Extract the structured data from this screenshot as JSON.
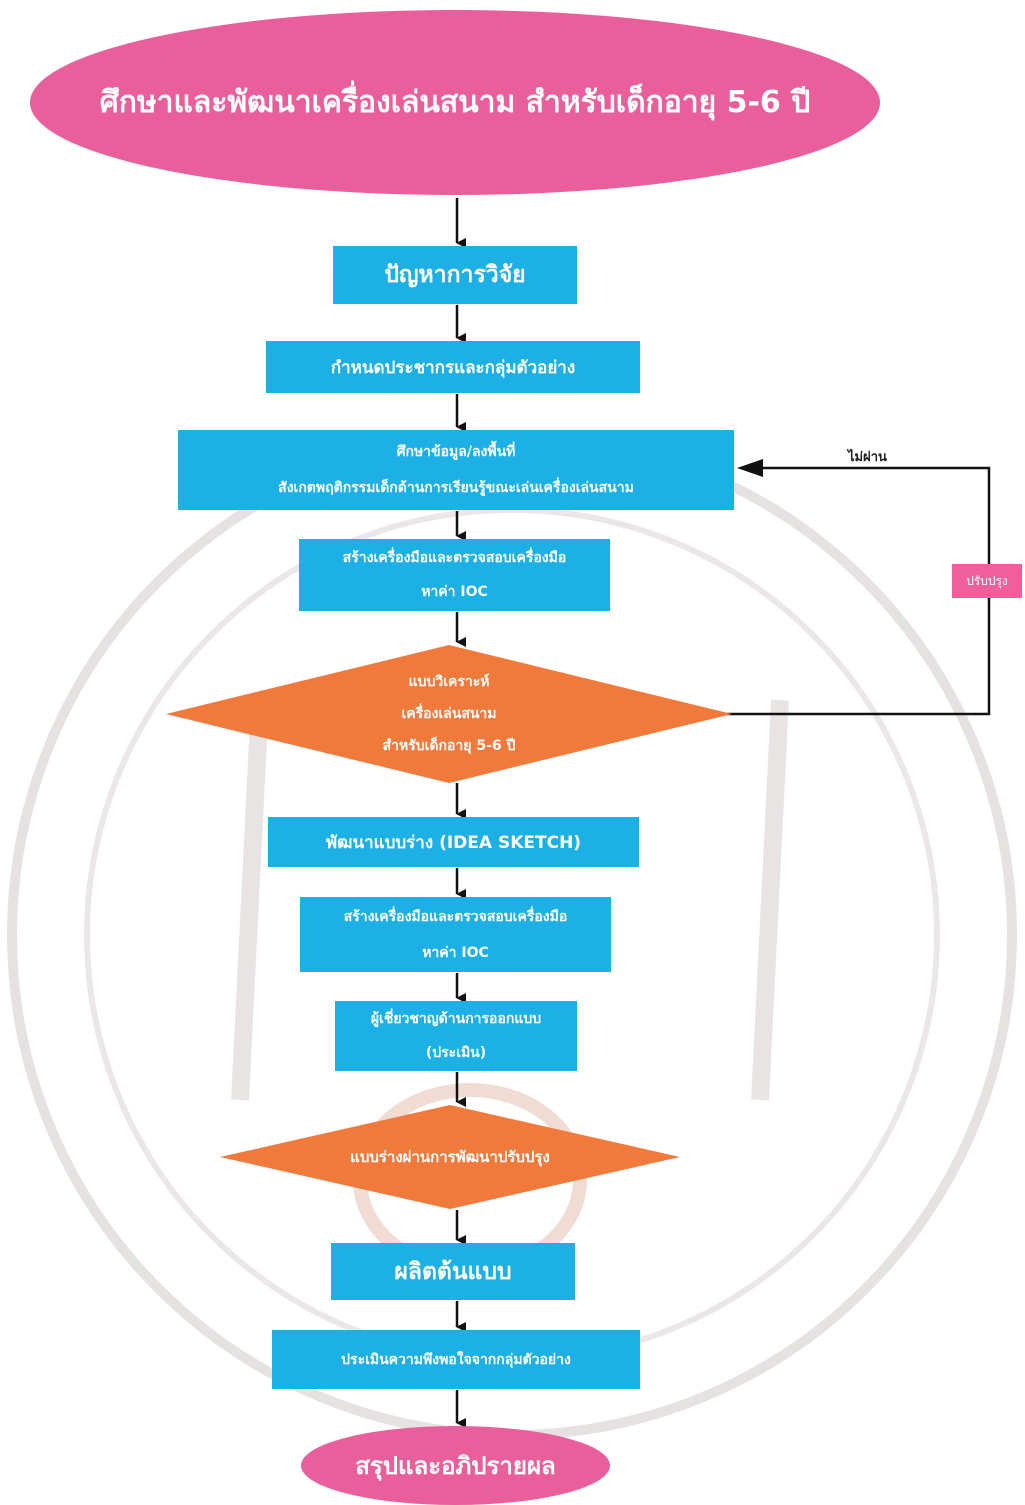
{
  "start": "ศึกษาและพัฒนาเครื่องเล่นสนาม สำหรับเด็กอายุ 5-6 ปี",
  "step_problem": "ปัญหาการวิจัย",
  "step_population": "กำหนดประชากรและกลุ่มตัวอย่าง",
  "step_study": {
    "line1": "ศึกษาข้อมูล/ลงพื้นที่",
    "line2": "สังเกตพฤติกรรมเด็กด้านการเรียนรู้ขณะเล่นเครื่องเล่นสนาม"
  },
  "step_tool1": {
    "line1": "สร้างเครื่องมือและตรวจสอบเครื่องมือ",
    "line2": "หาค่า IOC"
  },
  "decision_analysis": {
    "line1": "แบบวิเคราะห์",
    "line2": "เครื่องเล่นสนาม",
    "line3": "สำหรับเด็กอายุ 5-6 ปี"
  },
  "step_sketch": "พัฒนาแบบร่าง (IDEA SKETCH)",
  "step_tool2": {
    "line1": "สร้างเครื่องมือและตรวจสอบเครื่องมือ",
    "line2": "หาค่า IOC"
  },
  "step_expert": {
    "line1": "ผู้เชี่ยวชาญด้านการออกแบบ",
    "line2": "(ประเมิน)"
  },
  "decision_draft": "แบบร่างผ่านการพัฒนาปรับปรุง",
  "step_prototype": "ผลิตต้นแบบ",
  "step_satisfaction": "ประเมินความพึงพอใจจากกลุ่มตัวอย่าง",
  "end": "สรุปและอภิปรายผล",
  "loop_label_fail": "ไม่ผ่าน",
  "loop_label_improve": "ปรับปรุง",
  "colors": {
    "process": "#1cb0e4",
    "terminal": "#e95f9b",
    "decision": "#f07a3c",
    "tag": "#ee5f9b"
  }
}
